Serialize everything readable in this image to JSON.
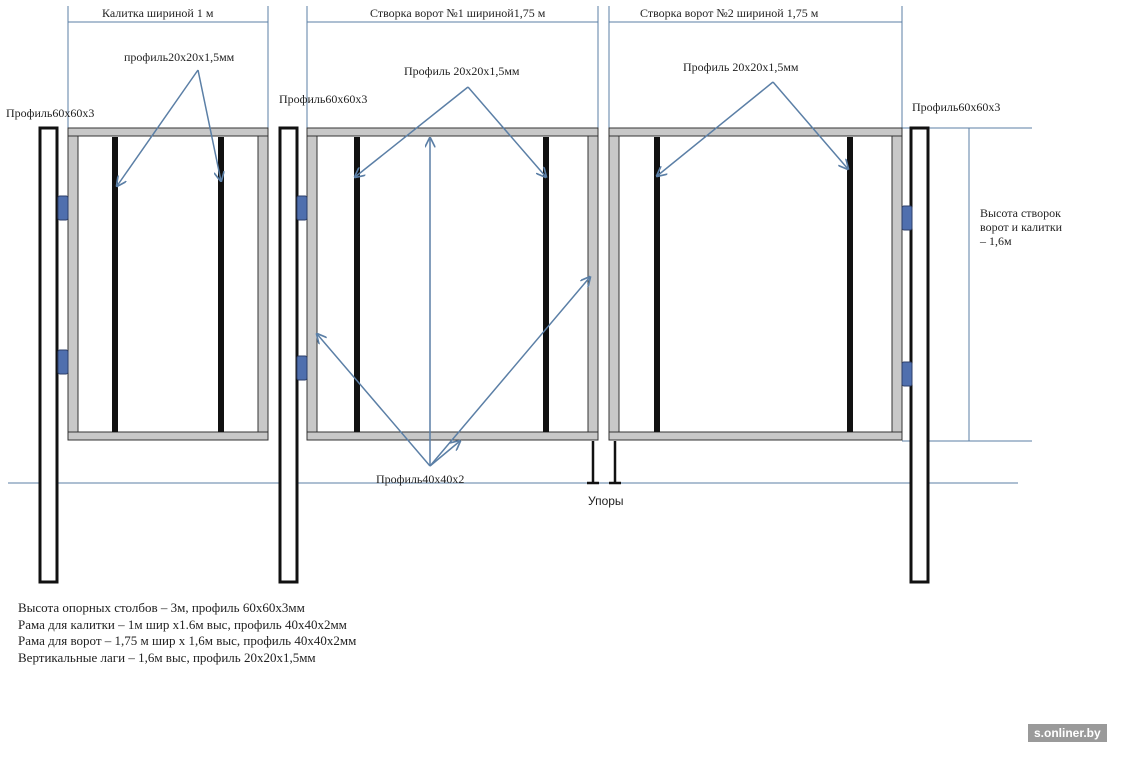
{
  "dimensions": {
    "wicket_width": "Калитка шириной 1  м",
    "leaf1_width": "Створка ворот №1  шириной1,75  м",
    "leaf2_width": "Створка ворот №2  шириной 1,75  м"
  },
  "labels": {
    "post_profile_left": "Профиль60х60х3",
    "post_profile_mid": "Профиль60х60х3",
    "post_profile_right": "Профиль60х60х3",
    "lag_profile_wicket": "профиль20х20х1,5мм",
    "lag_profile_leaf1": "Профиль 20х20х1,5мм",
    "lag_profile_leaf2": "Профиль 20х20х1,5мм",
    "frame_profile": "Профиль40х40х2",
    "stops": "Упоры",
    "height_line1": "Высота створок",
    "height_line2": "ворот и калитки",
    "height_line3": "– 1,6м"
  },
  "notes": [
    "Высота опорных столбов – 3м, профиль 60х60х3мм",
    "Рама для калитки – 1м шир х1.6м выс, профиль 40х40х2мм",
    "Рама для ворот – 1,75 м шир х 1,6м выс, профиль 40х40х2мм",
    "Вертикальные лаги – 1,6м выс, профиль 20х20х1,5мм"
  ],
  "watermark": "s.onliner.by",
  "colors": {
    "frame_fill": "#c8c8c8",
    "outline": "#222222",
    "guide_line": "#5b7fa6",
    "hinge": "#4f6fae"
  }
}
